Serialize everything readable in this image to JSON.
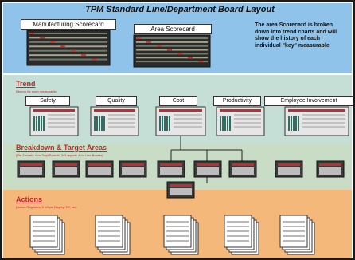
{
  "title": "TPM Standard Line/Department Board Layout",
  "scorecards": {
    "manufacturing_label": "Manufacturing Scorecard",
    "area_label": "Area Scorecard",
    "note": "The area Scorecard is broken down into trend charts and will show the history of each individual \"key\" measurable"
  },
  "trend": {
    "title": "Trend",
    "subtitle": "(history for each measurable)",
    "pills": [
      "Safety",
      "Quality",
      "Cost",
      "Productivity",
      "Employee Involvement"
    ]
  },
  "breakdown": {
    "title": "Breakdown & Target Areas",
    "subtitle": "(Pie 3 charts 4 on Dept Boards, 3x3 reports 4 on Line Boards)"
  },
  "actions": {
    "title": "Actions",
    "subtitle": "(Action Registers, 5 Whys, Day-by-Tiff, etc)"
  },
  "colors": {
    "top_band": "#8fc3ea",
    "trend_band": "#c6dfd6",
    "breakdown_band": "#c9ddc6",
    "actions_band": "#f4b87a",
    "section_title": "#c0282b"
  }
}
